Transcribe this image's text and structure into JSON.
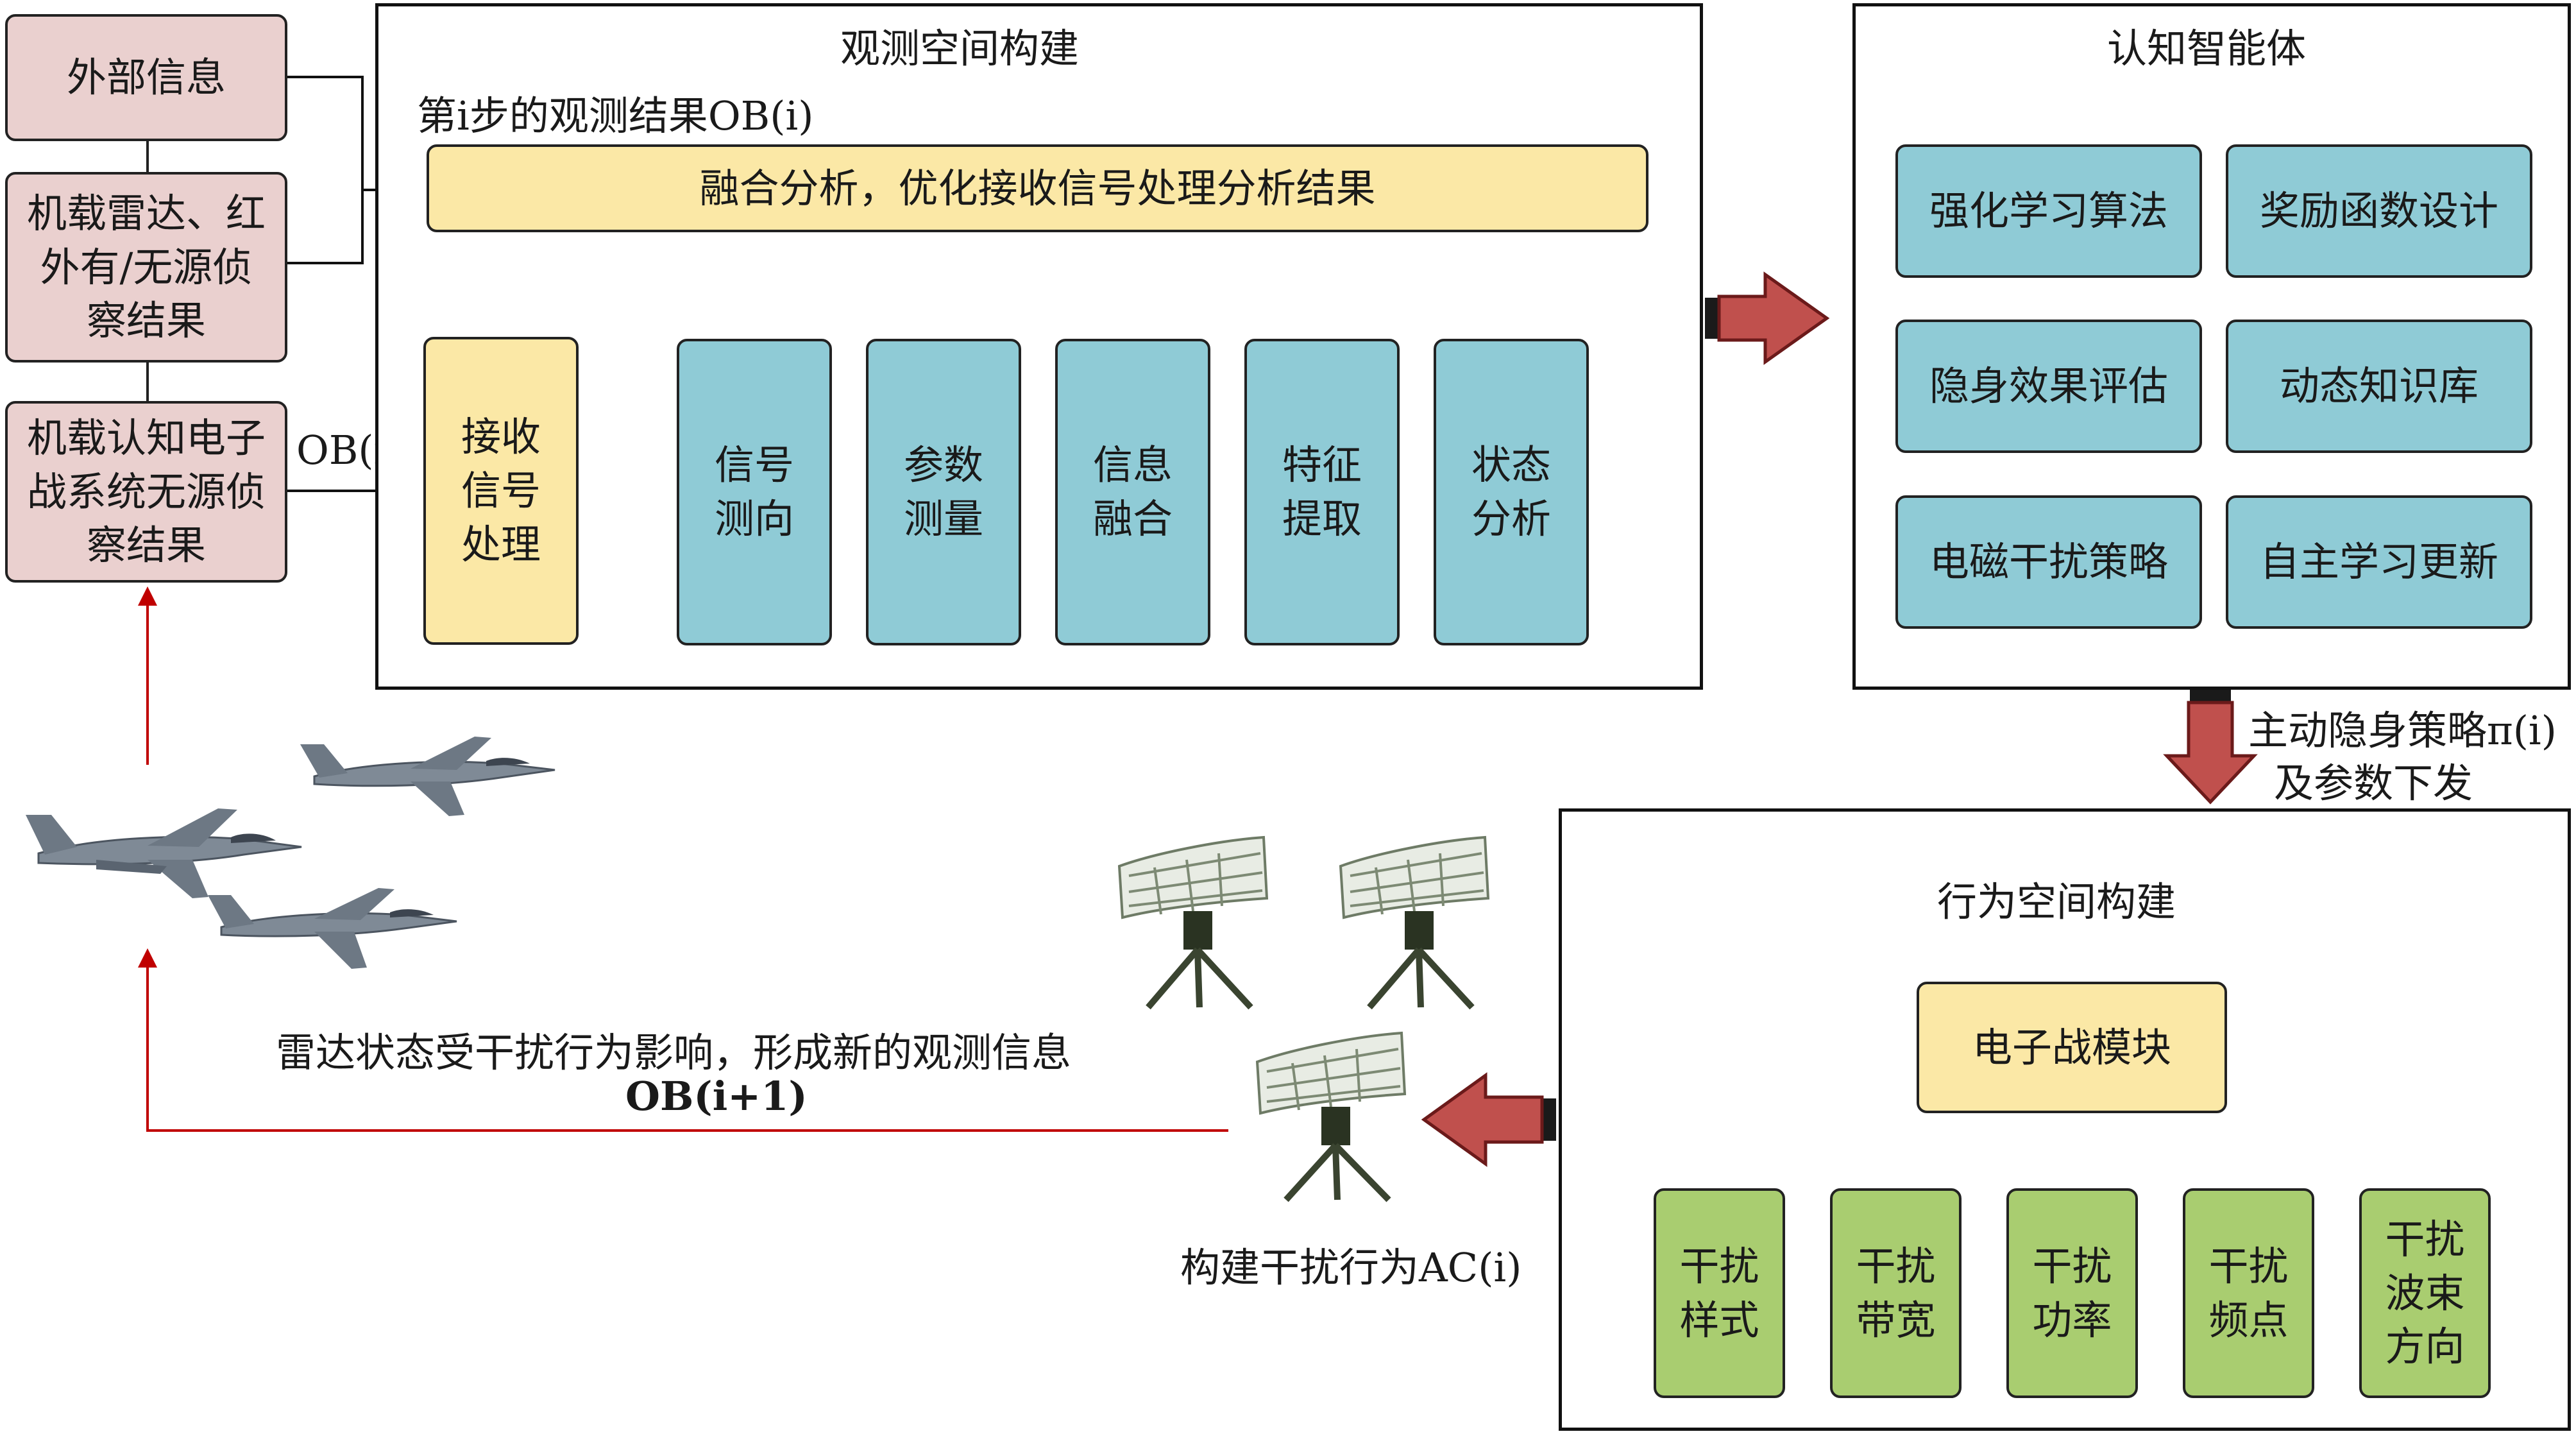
{
  "sources": {
    "external": "外部信息",
    "radar_ir": [
      "机载雷达、红",
      "外有/无源侦",
      "察结果"
    ],
    "cognitive_ew": [
      "机载认知电子",
      "战系统无源侦",
      "察结果"
    ]
  },
  "ob_label": "OB(i)",
  "observation": {
    "title": "观测空间构建",
    "step_result": "第i步的观测结果OB(i)",
    "fusion": "融合分析，优化接收信号处理分析结果",
    "receive": [
      "接收",
      "信号",
      "处理"
    ],
    "modules": [
      [
        "信号",
        "测向"
      ],
      [
        "参数",
        "测量"
      ],
      [
        "信息",
        "融合"
      ],
      [
        "特征",
        "提取"
      ],
      [
        "状态",
        "分析"
      ]
    ]
  },
  "agent": {
    "title": "认知智能体",
    "modules": [
      "强化学习算法",
      "奖励函数设计",
      "隐身效果评估",
      "动态知识库",
      "电磁干扰策略",
      "自主学习更新"
    ]
  },
  "policy": [
    "主动隐身策略π(i)",
    "及参数下发"
  ],
  "action": {
    "title": "行为空间构建",
    "ew_module": "电子战模块",
    "params": [
      [
        "干扰",
        "样式"
      ],
      [
        "干扰",
        "带宽"
      ],
      [
        "干扰",
        "功率"
      ],
      [
        "干扰",
        "频点"
      ],
      [
        "干扰",
        "波束",
        "方向"
      ]
    ]
  },
  "build_action": "构建干扰行为AC(i)",
  "feedback": [
    "雷达状态受干扰行为影响，形成新的观测信息",
    "OB(i+1)"
  ],
  "colors": {
    "source_fill": "#ead0cf",
    "fusion_fill": "#fbe8a6",
    "module_fill": "#8fcbd6",
    "param_fill": "#a9cd70",
    "arrow_red": "#c0504d",
    "feedback_line": "#c00000"
  }
}
